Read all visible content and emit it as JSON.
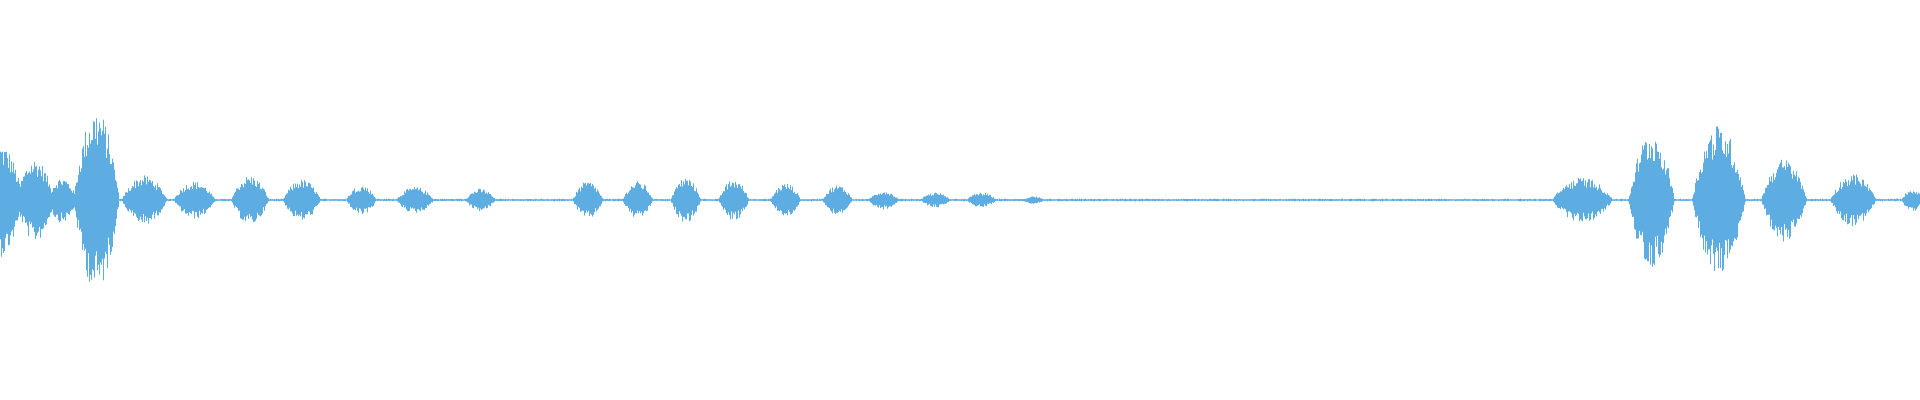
{
  "waveform": {
    "color": "#5dade2",
    "baseline_color": "#5dade2",
    "bursts": [
      {
        "t": 0.0,
        "width": 0.012,
        "amp": 0.3
      },
      {
        "t": 0.018,
        "width": 0.01,
        "amp": 0.22
      },
      {
        "t": 0.032,
        "width": 0.008,
        "amp": 0.12
      },
      {
        "t": 0.05,
        "width": 0.012,
        "amp": 0.48
      },
      {
        "t": 0.075,
        "width": 0.012,
        "amp": 0.13
      },
      {
        "t": 0.101,
        "width": 0.011,
        "amp": 0.1
      },
      {
        "t": 0.13,
        "width": 0.01,
        "amp": 0.13
      },
      {
        "t": 0.157,
        "width": 0.01,
        "amp": 0.11
      },
      {
        "t": 0.188,
        "width": 0.008,
        "amp": 0.08
      },
      {
        "t": 0.216,
        "width": 0.01,
        "amp": 0.07
      },
      {
        "t": 0.25,
        "width": 0.008,
        "amp": 0.06
      },
      {
        "t": 0.306,
        "width": 0.008,
        "amp": 0.1
      },
      {
        "t": 0.332,
        "width": 0.008,
        "amp": 0.1
      },
      {
        "t": 0.357,
        "width": 0.008,
        "amp": 0.12
      },
      {
        "t": 0.382,
        "width": 0.008,
        "amp": 0.11
      },
      {
        "t": 0.409,
        "width": 0.008,
        "amp": 0.09
      },
      {
        "t": 0.436,
        "width": 0.008,
        "amp": 0.08
      },
      {
        "t": 0.46,
        "width": 0.008,
        "amp": 0.05
      },
      {
        "t": 0.487,
        "width": 0.008,
        "amp": 0.04
      },
      {
        "t": 0.511,
        "width": 0.008,
        "amp": 0.04
      },
      {
        "t": 0.538,
        "width": 0.006,
        "amp": 0.02
      },
      {
        "t": 0.824,
        "width": 0.016,
        "amp": 0.12
      },
      {
        "t": 0.86,
        "width": 0.012,
        "amp": 0.36
      },
      {
        "t": 0.895,
        "width": 0.014,
        "amp": 0.4
      },
      {
        "t": 0.929,
        "width": 0.012,
        "amp": 0.22
      },
      {
        "t": 0.965,
        "width": 0.012,
        "amp": 0.14
      },
      {
        "t": 0.996,
        "width": 0.006,
        "amp": 0.06
      }
    ]
  }
}
